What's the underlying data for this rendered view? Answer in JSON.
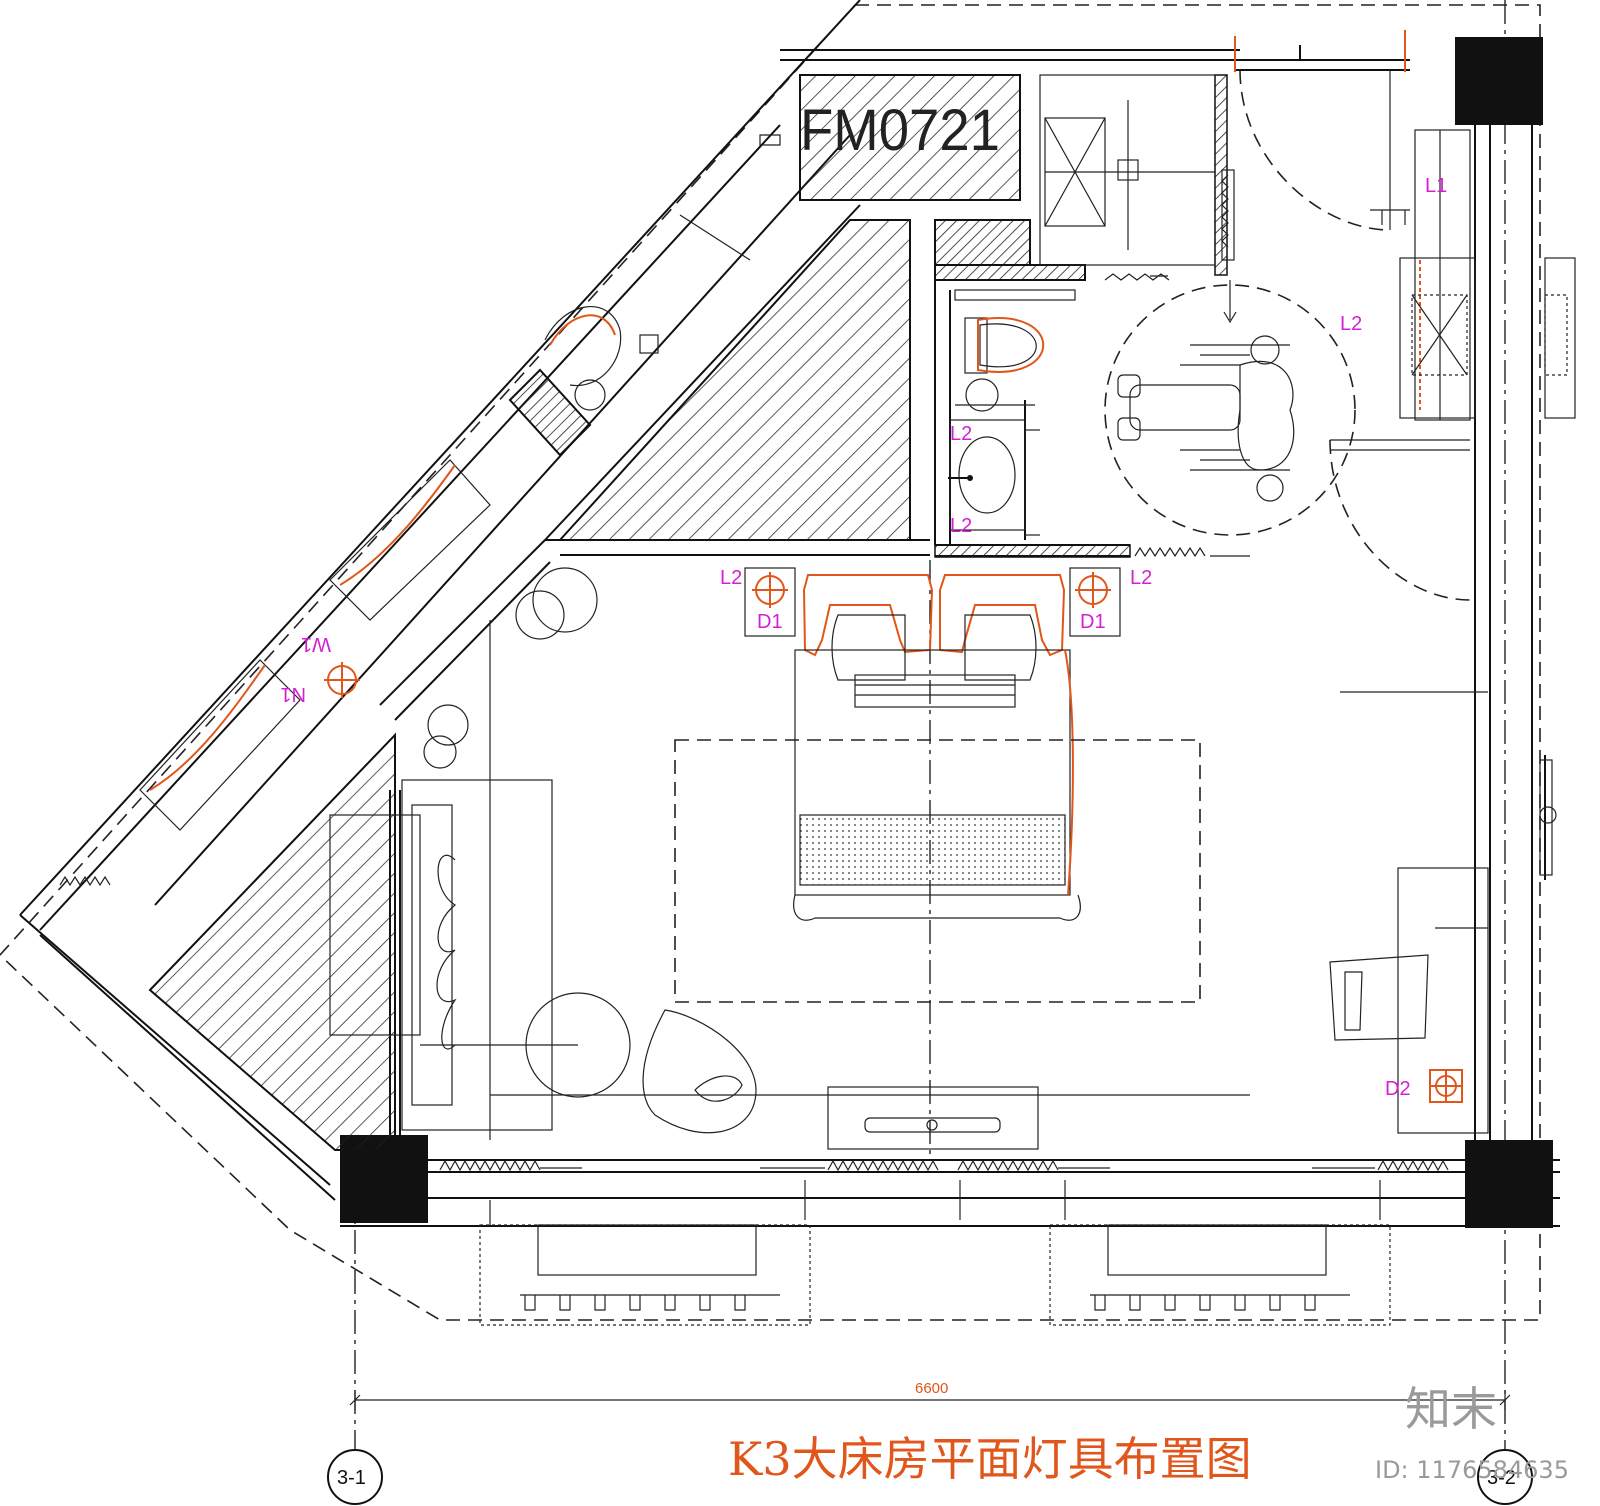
{
  "drawing": {
    "title": "K3大床房平面灯具布置图",
    "door_tag": "FM0721",
    "dimension_label": "6600",
    "grid_axes": [
      "3-1",
      "3-2"
    ]
  },
  "fixture_labels": {
    "l1": "L1",
    "l2": "L2",
    "d1": "D1",
    "d2": "D2",
    "w1": "W1",
    "n1": "N1"
  },
  "watermark": {
    "brand": "知末",
    "id_text": "ID: 1176584635"
  },
  "colors": {
    "fixture_label": "#d41fd4",
    "fixture_symbol": "#e0561b",
    "title": "#e0561b",
    "linework": "#111111"
  }
}
